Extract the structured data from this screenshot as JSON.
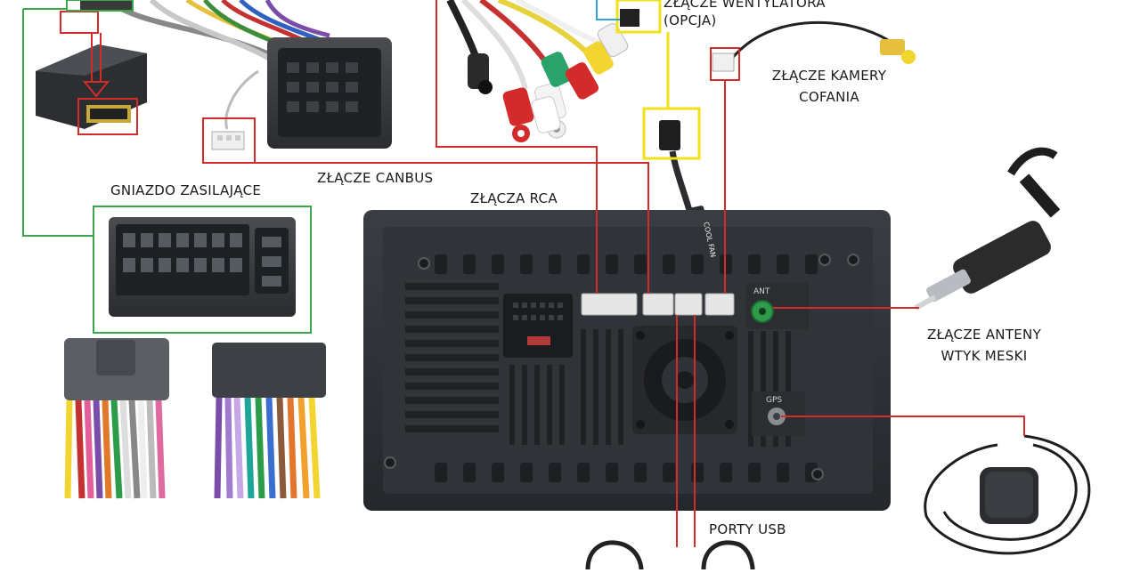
{
  "labels": {
    "fan_connector_line1": "ZŁĄCZE WENTYLATORA",
    "fan_connector_line2": "(OPCJA)",
    "camera_connector_line1": "ZŁĄCZE KAMERY",
    "camera_connector_line2": "COFANIA",
    "canbus": "ZŁĄCZE CANBUS",
    "rca": "ZŁĄCZA RCA",
    "power_socket": "GNIAZDO ZASILAJĄCE",
    "antenna_line1": "ZŁĄCZE ANTENY",
    "antenna_line2": "WTYK MESKI",
    "usb_ports": "PORTY USB",
    "cool_fan_tag": "COOL FAN",
    "ant_port": "ANT",
    "gps_port": "GPS"
  },
  "colors": {
    "callout_red": "#d32b2b",
    "callout_green": "#3aa84a",
    "callout_yellow": "#f2e21a",
    "callout_blue": "#2fa6d8",
    "unit_body": "#2e3135",
    "antenna_port": "#2f9a4c"
  }
}
